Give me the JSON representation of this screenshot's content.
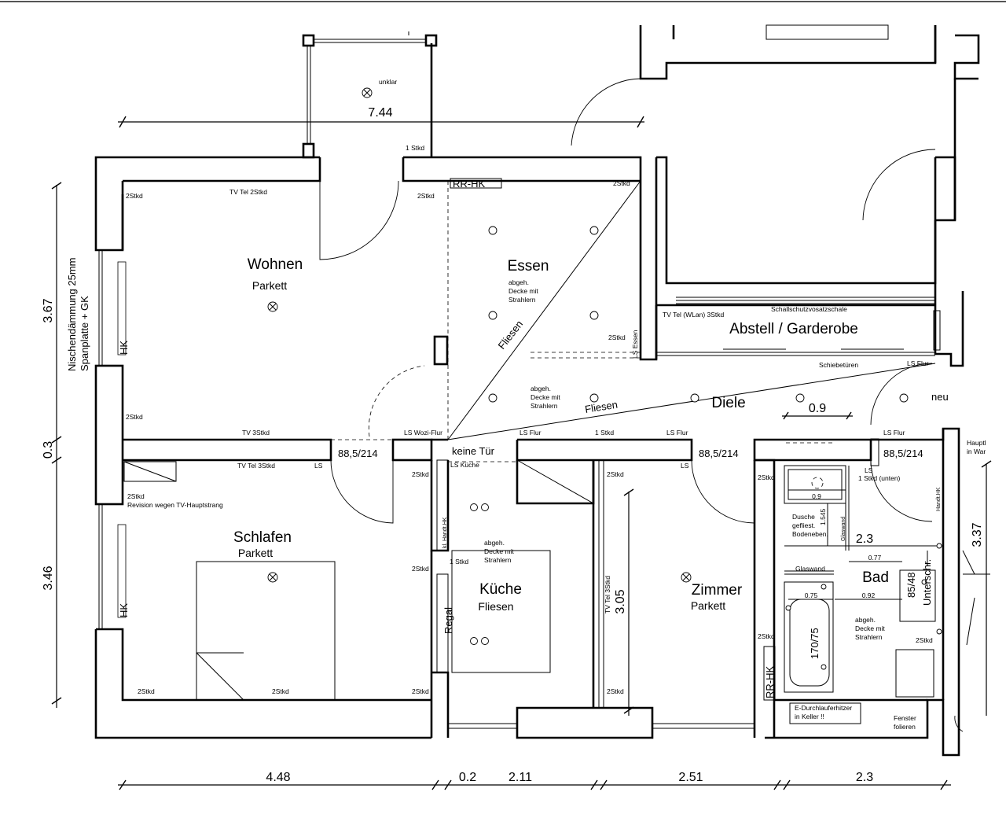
{
  "rooms": {
    "wohnen": "Wohnen",
    "wohnen_floor": "Parkett",
    "essen": "Essen",
    "essen_note": [
      "abgeh.",
      "Decke mit",
      "Strahlern"
    ],
    "fliesen_diag": "Fliesen",
    "abstell": "Abstell / Garderobe",
    "diele": "Diele",
    "diele_note": [
      "abgeh.",
      "Decke mit",
      "Strahlern"
    ],
    "fliesen_diele": "Fliesen",
    "neu": "neu",
    "schlafen": "Schlafen",
    "schlafen_floor": "Parkett",
    "kueche": "Küche",
    "kueche_floor": "Fliesen",
    "kueche_note": [
      "abgeh.",
      "Decke mit",
      "Strahlern"
    ],
    "keine_tuer": "keine Tür",
    "regal": "Regal",
    "zimmer": "Zimmer",
    "zimmer_floor": "Parkett",
    "bad": "Bad",
    "bad_note": [
      "abgeh.",
      "Decke mit",
      "Strahlern"
    ],
    "dusche": [
      "Dusche",
      "gefliest.",
      "Bodeneben."
    ]
  },
  "labels": {
    "unklar": "unklar",
    "stkd1_top": "1 Stkd",
    "stkd2_wohnen_tl": "2Stkd",
    "tv_tel_2": "TV Tel 2Stkd",
    "stkd2_essen_tl": "2Stkd",
    "rr_hk_top": "RR-HK",
    "stkd2_essen_tr": "2Stkd",
    "hk_left_top": "HK",
    "hk_left_bottom": "HK",
    "stkd2_wohnen_bl": "2Stkd",
    "tv_3": "TV 3Stkd",
    "ls_wozi_flur": "LS Wozi-Flur",
    "ls_flur_1": "LS Flur",
    "stkd1_flur": "1 Stkd",
    "ls_flur_2": "LS Flur",
    "ls_flur_3": "LS Flur",
    "ls_flur_4": "LS Flur",
    "schallschutz": "Schallschutzvosatzschale",
    "tv_tel_wlan": "TV Tel (WLan) 3Stkd",
    "stkd2_essen_br": "2Stkd",
    "ls_essen": "LS Essen",
    "schiebe": "Schiebetüren",
    "hauptl": "Hauptl",
    "in_war": "in War",
    "tv_tel_3": "TV Tel 3Stkd",
    "ls_schlaf": "LS",
    "stkd2_revision": "2Stkd",
    "revision": "Revision wegen TV-Hauptstrang",
    "stkd2_schlaf_tr": "2Stkd",
    "stkd2_schlaf_r": "2Stkd",
    "stkd2_schlaf_bl": "2Stkd",
    "stkd2_schlaf_bm": "2Stkd",
    "stkd2_schlaf_br": "2Stkd",
    "ls_kueche": "LS Küche",
    "kl_handt_hk": "kl. Handt.HK",
    "stkd1_kueche": "1 Stkd",
    "stkd2_zimmer_tl": "2Stkd",
    "ls_zimmer": "LS",
    "tv_tel_3_v": "TV Tel 3Stkd",
    "stkd2_zimmer_bl": "2Stkd",
    "stkd2_zimmer_r1": "2Stkd",
    "stkd2_zimmer_r2": "2Stkd",
    "rr_hk_zimmer": "RR-HK",
    "ls_bad": "LS",
    "stkd1_unten": "1 Stkd (unten)",
    "handt_hk": "Handt.HK",
    "glaswand_v": "Glaswand",
    "glaswand_h": "Glaswand",
    "stkd2_bad": "2Stkd",
    "unterschr": "Unterschr.",
    "e_durch_1": "E-Durchlauferhitzer",
    "e_durch_2": "in Keller !!",
    "fenster_1": "Fenster",
    "fenster_2": "folieren",
    "nisch_1": "Nischendämmung 25mm",
    "nisch_2": "Spanplatte + GK"
  },
  "doors": {
    "wohnen_schlafen": "88,5/214",
    "zimmer": "88,5/214",
    "bad": "88,5/214"
  },
  "dims": {
    "top": "7.44",
    "left_upper": "3.67",
    "left_mid": "0.3",
    "left_lower": "3.46",
    "right": "3.37",
    "diele_09": "0.9",
    "zimmer_v": "3.05",
    "bad_23": "2.3",
    "shower_09": "0.9",
    "shower_1545": "1.545",
    "bad_077": "0.77",
    "bad_075": "0.75",
    "bad_092": "0.92",
    "bad_8548": "85/48",
    "tub": "170/75",
    "bottom": [
      "4.48",
      "0.2",
      "2.11",
      "2.51",
      "2.3"
    ]
  }
}
